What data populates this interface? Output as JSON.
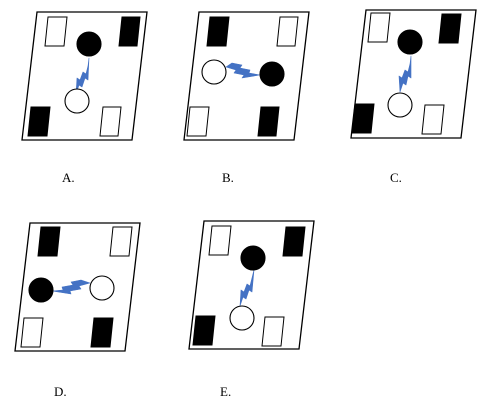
{
  "options": [
    {
      "label": "A.",
      "dark_circle": "top",
      "squares": {
        "top_left": "white",
        "top_right": "black",
        "bottom_left": "black",
        "bottom_right": "white"
      }
    },
    {
      "label": "B.",
      "dark_circle": "right",
      "squares": {
        "top_left": "black",
        "top_right": "white",
        "bottom_left": "white",
        "bottom_right": "black"
      }
    },
    {
      "label": "C.",
      "dark_circle": "top",
      "squares": {
        "top_left": "white",
        "top_right": "black",
        "bottom_left": "black",
        "bottom_right": "white"
      }
    },
    {
      "label": "D.",
      "dark_circle": "left",
      "squares": {
        "top_left": "black",
        "top_right": "white",
        "bottom_left": "white",
        "bottom_right": "black"
      }
    },
    {
      "label": "E.",
      "dark_circle": "top",
      "squares": {
        "top_left": "white",
        "top_right": "black",
        "bottom_left": "black",
        "bottom_right": "white"
      }
    }
  ],
  "colors": {
    "outline": "#000000",
    "fill_black": "#000000",
    "fill_white": "#ffffff",
    "zigzag": "#4472c4"
  }
}
